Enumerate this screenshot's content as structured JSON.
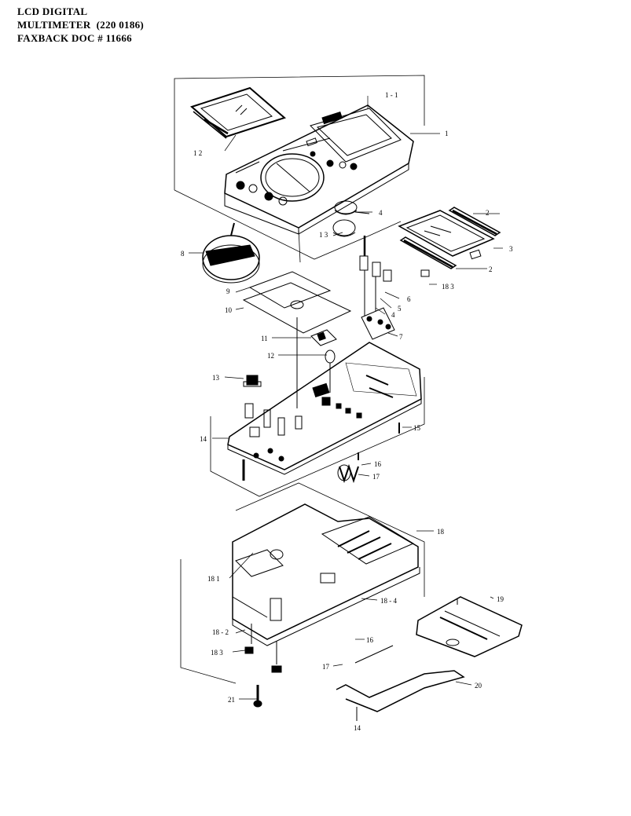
{
  "header": {
    "line1": "LCD DIGITAL",
    "line2": "MULTIMETER  (220 0186)",
    "line3": "FAXBACK DOC # 11666"
  },
  "callouts": {
    "c1": "1",
    "c1_1": "1 - 1",
    "c1_2": "1  2",
    "c1_3": "1  3",
    "c4_top": "4",
    "c2a": "2",
    "c3": "3",
    "c2b": "2",
    "c18_3a": "18  3",
    "c6": "6",
    "c5": "5",
    "c4": "4",
    "c7": "7",
    "c8": "8",
    "c9": "9",
    "c10": "10",
    "c11": "11",
    "c12": "12",
    "c13": "13",
    "c14": "14",
    "c15": "15",
    "c16a": "16",
    "c17a": "17",
    "c18": "18",
    "c18_1": "18  1",
    "c18_4": "18 - 4",
    "c19": "19",
    "c18_2": "18 - 2",
    "c18_3b": "18  3",
    "c16b": "16",
    "c17b": "17",
    "c20": "20",
    "c21": "21",
    "c14b": "14"
  },
  "colors": {
    "ink": "#000000",
    "paper": "#ffffff"
  }
}
